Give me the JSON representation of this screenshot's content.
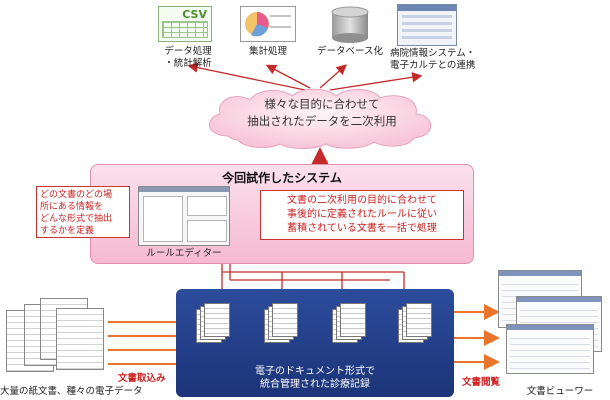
{
  "outputs": {
    "csv_badge": "CSV",
    "items": [
      {
        "label_lines": [
          "データ処理",
          "・統計解析"
        ]
      },
      {
        "label_lines": [
          "集計処理"
        ]
      },
      {
        "label_lines": [
          "データベース化"
        ]
      },
      {
        "label_lines": [
          "病院情報システム・",
          "電子カルテとの連携"
        ]
      }
    ]
  },
  "cloud": {
    "lines": [
      "様々な目的に合わせて",
      "抽出されたデータを二次利用"
    ]
  },
  "system": {
    "title": "今回試作したシステム",
    "left_note_lines": [
      "どの文書のどの場",
      "所にある情報を",
      "どんな形式で抽出",
      "するかを定義"
    ],
    "editor_label": "ルールエディター",
    "right_note_lines": [
      "文書の二次利用の目的に合わせて",
      "事後的に定義されたルールに従い",
      "蓄積されている文書を一括で処理"
    ]
  },
  "document_store": {
    "lines": [
      "電子のドキュメント形式で",
      "統合管理された診療記録"
    ]
  },
  "inputs": {
    "label": "大量の紙文書、種々の電子データ",
    "arrow_label": "文書取込み"
  },
  "viewer": {
    "label": "文書ビューワー",
    "arrow_label": "文書閲覧"
  },
  "colors": {
    "arrow": "#e8752a",
    "system_pink": "#f5b9d0",
    "store_blue": "#1c3478",
    "note_red": "#cc2222"
  }
}
